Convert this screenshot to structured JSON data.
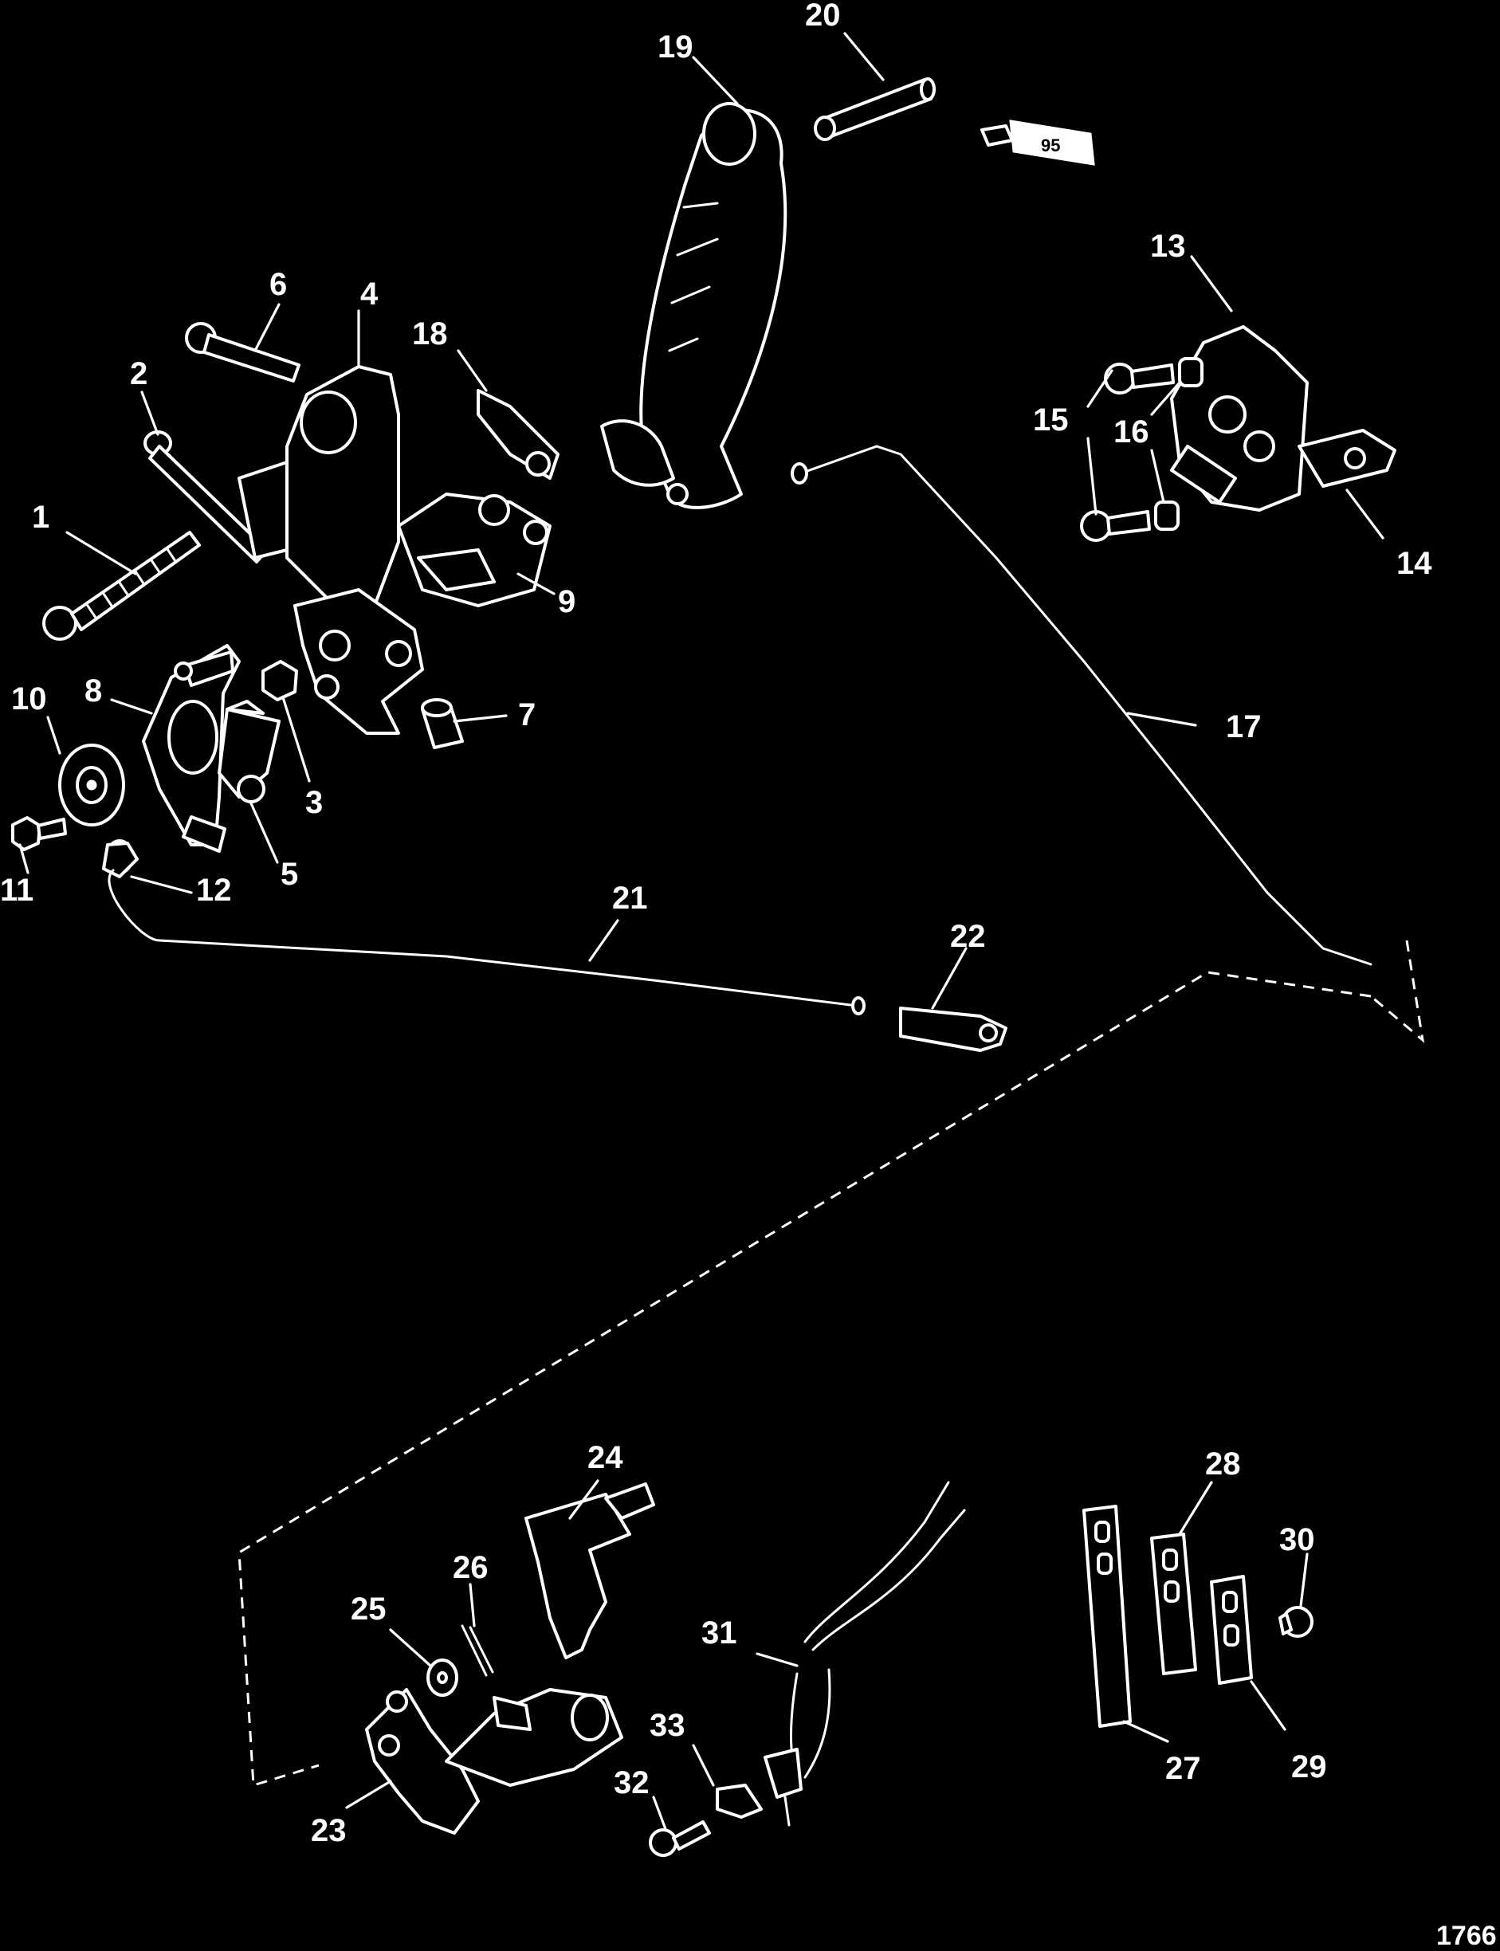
{
  "diagram": {
    "figure_id": "1766",
    "sealant_tube_label": "95",
    "callouts": [
      "1",
      "2",
      "3",
      "4",
      "5",
      "6",
      "7",
      "8",
      "9",
      "10",
      "11",
      "12",
      "13",
      "14",
      "15",
      "16",
      "17",
      "18",
      "19",
      "20",
      "21",
      "22",
      "23",
      "24",
      "25",
      "26",
      "27",
      "28",
      "29",
      "30",
      "31",
      "32",
      "33"
    ]
  }
}
